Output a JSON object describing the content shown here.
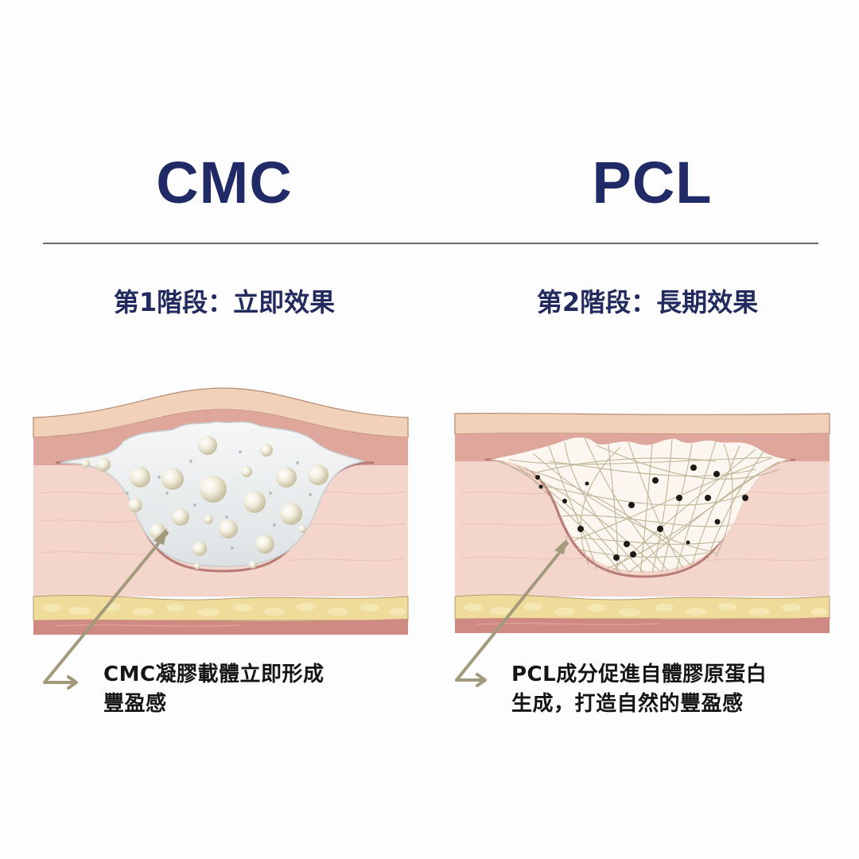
{
  "columns": [
    {
      "title": "CMC",
      "stage": "第1階段：立即效果",
      "caption_line1": "CMC凝膠載體立即形成",
      "caption_line2": "豐盈感",
      "illustration": "cmc-gel-filler-cross-section"
    },
    {
      "title": "PCL",
      "stage": "第2階段：長期效果",
      "caption_line1": "PCL成分促進自體膠原蛋白",
      "caption_line2": "生成，打造自然的豐盈感",
      "illustration": "pcl-collagen-fiber-cross-section"
    }
  ],
  "colors": {
    "title": "#1f2a66",
    "stage_text": "#232b5e",
    "caption_text": "#151515",
    "arrow": "#a39a7c",
    "divider": "#6b6b6b",
    "skin_epidermis": "#f1d2b8",
    "skin_dermis": "#dfa79c",
    "skin_subdermis": "#f3d5cc",
    "fat_layer": "#efdc9a",
    "muscle_layer": "#cf8b83",
    "gel": "#eef1f2",
    "fiber": "#b8ad8c"
  }
}
